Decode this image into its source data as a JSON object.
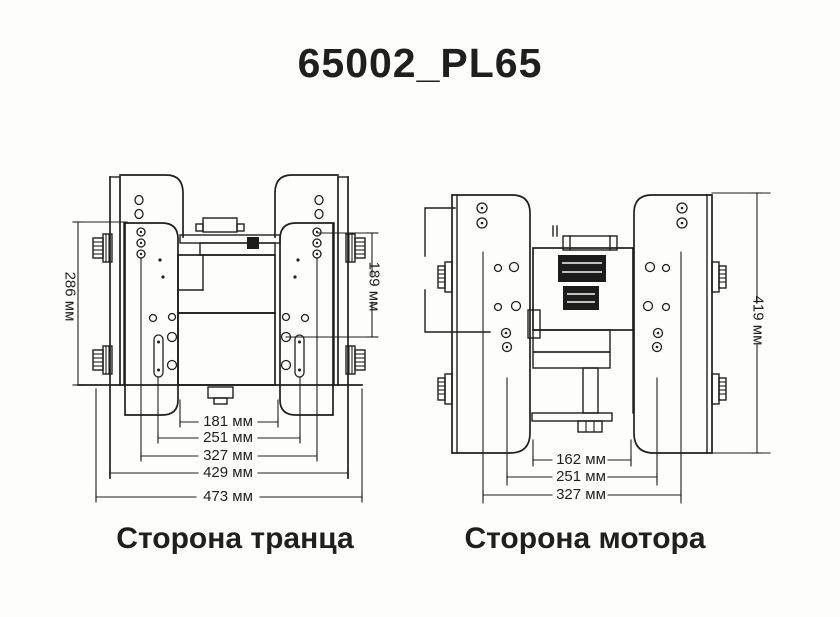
{
  "title": "65002_PL65",
  "views": {
    "transom": {
      "label": "Сторона транца",
      "dims": {
        "left_vertical": "286 мм",
        "right_vertical": "189 мм",
        "bottom": [
          "181 мм",
          "251 мм",
          "327 мм",
          "429 мм",
          "473 мм"
        ]
      }
    },
    "motor": {
      "label": "Сторона мотора",
      "dims": {
        "right_vertical": "419 мм",
        "bottom": [
          "162 мм",
          "251 мм",
          "327 мм"
        ]
      }
    }
  },
  "colors": {
    "ink": "#1f1f1f",
    "background": "#fdfdfc",
    "sticker": "#1c1c1c"
  }
}
